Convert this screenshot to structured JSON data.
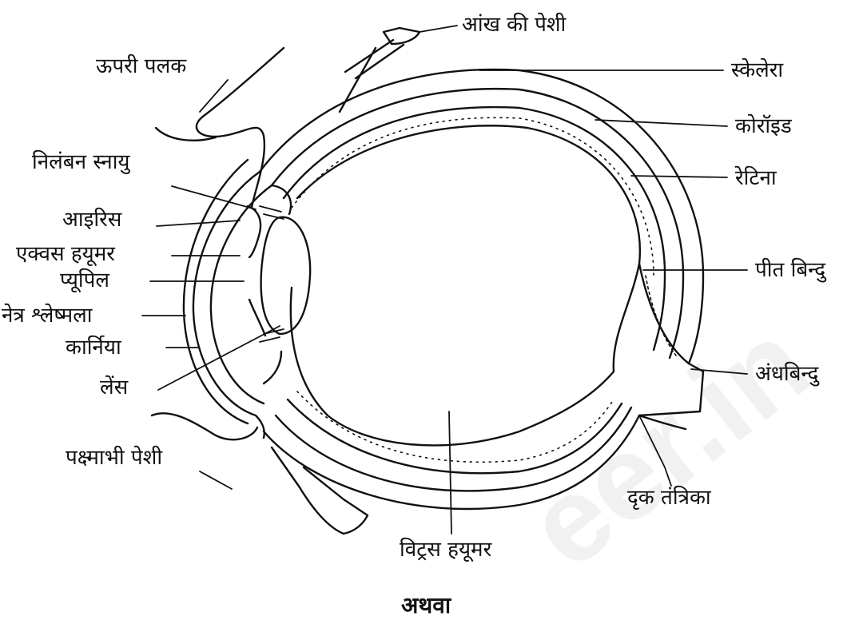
{
  "diagram": {
    "labels": {
      "eye_muscle": "आंख की पेशी",
      "upper_eyelid": "ऊपरी पलक",
      "sclera": "स्केलेरा",
      "choroid": "कोरॉइड",
      "suspensory_ligament": "निलंबन स्नायु",
      "retina": "रेटिना",
      "iris": "आइरिस",
      "aqueous_humour": "एक्वस हयूमर",
      "pupil": "प्यूपिल",
      "conjunctiva": "नेत्र श्लेष्मला",
      "yellow_spot": "पीत बिन्दु",
      "cornea": "कार्निया",
      "lens": "लेंस",
      "blind_spot": "अंधबिन्दु",
      "ciliary_muscle": "पक्ष्माभी पेशी",
      "optic_nerve": "दृक तंत्रिका",
      "vitreous_humour": "विट्रस हयूमर"
    },
    "footer": "अथवा",
    "watermark": "eer.in",
    "colors": {
      "ink": "#111111",
      "background": "#ffffff"
    }
  }
}
